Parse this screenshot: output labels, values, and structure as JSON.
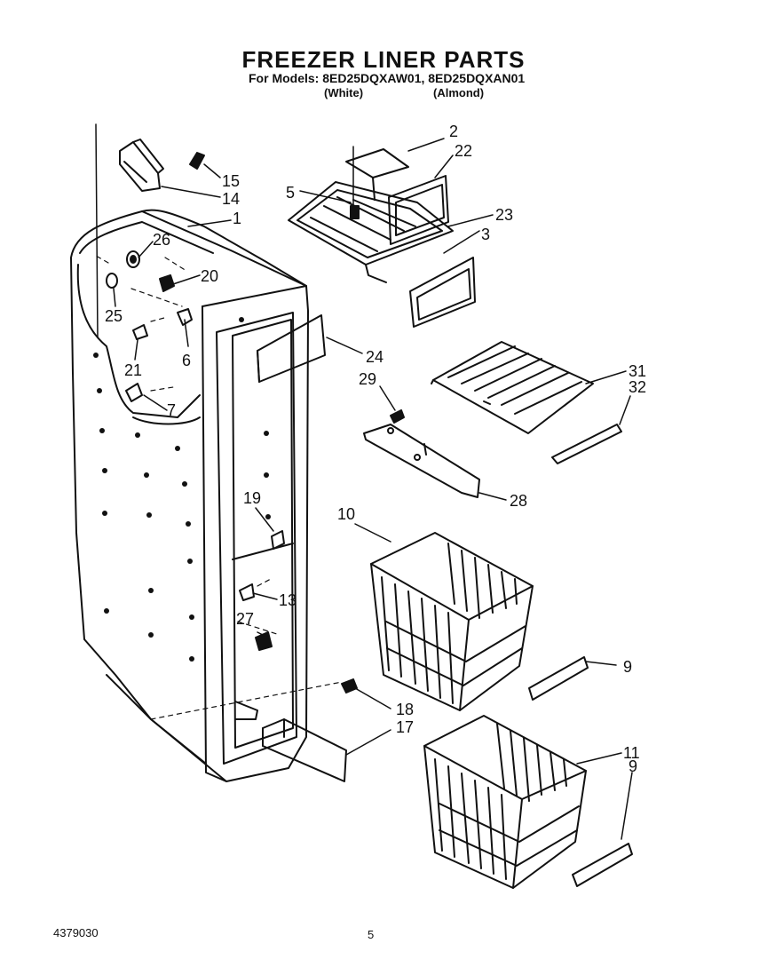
{
  "header": {
    "title": "FREEZER LINER PARTS",
    "subtitle": "For Models: 8ED25DQXAW01, 8ED25DQXAN01",
    "variants": [
      "(White)",
      "(Almond)"
    ]
  },
  "callouts": [
    "1",
    "2",
    "3",
    "5",
    "6",
    "7",
    "9",
    "9",
    "10",
    "11",
    "13",
    "14",
    "15",
    "17",
    "18",
    "19",
    "20",
    "21",
    "22",
    "23",
    "24",
    "25",
    "26",
    "27",
    "28",
    "29",
    "31",
    "32"
  ],
  "footer": {
    "doc_number": "4379030",
    "page_number": "5"
  }
}
